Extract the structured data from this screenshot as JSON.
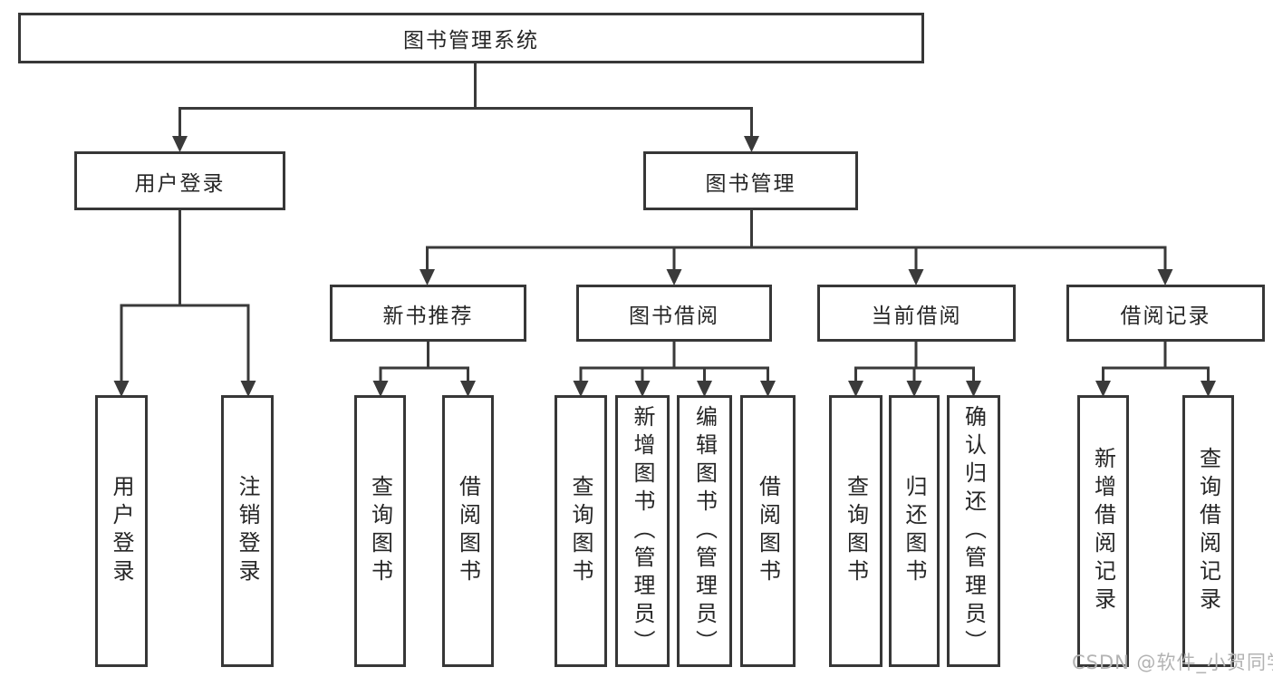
{
  "colors": {
    "line": "#3a3a3a",
    "box_border": "#373737",
    "text": "#262626",
    "watermark": "#b3b3b3",
    "background": "#ffffff"
  },
  "watermark": {
    "text": "CSDN @软件_小贺同学"
  },
  "tree": {
    "label": "图书管理系统",
    "children": [
      {
        "label": "用户登录",
        "children": [
          {
            "label": "用户登录"
          },
          {
            "label": "注销登录"
          }
        ]
      },
      {
        "label": "图书管理",
        "children": [
          {
            "label": "新书推荐",
            "children": [
              {
                "label": "查询图书"
              },
              {
                "label": "借阅图书"
              }
            ]
          },
          {
            "label": "图书借阅",
            "children": [
              {
                "label": "查询图书"
              },
              {
                "label": "新增图书（管理员）"
              },
              {
                "label": "编辑图书（管理员）"
              },
              {
                "label": "借阅图书"
              }
            ]
          },
          {
            "label": "当前借阅",
            "children": [
              {
                "label": "查询图书"
              },
              {
                "label": "归还图书"
              },
              {
                "label": "确认归还（管理员）"
              }
            ]
          },
          {
            "label": "借阅记录",
            "children": [
              {
                "label": "新增借阅记录"
              },
              {
                "label": "查询借阅记录"
              }
            ]
          }
        ]
      }
    ]
  }
}
